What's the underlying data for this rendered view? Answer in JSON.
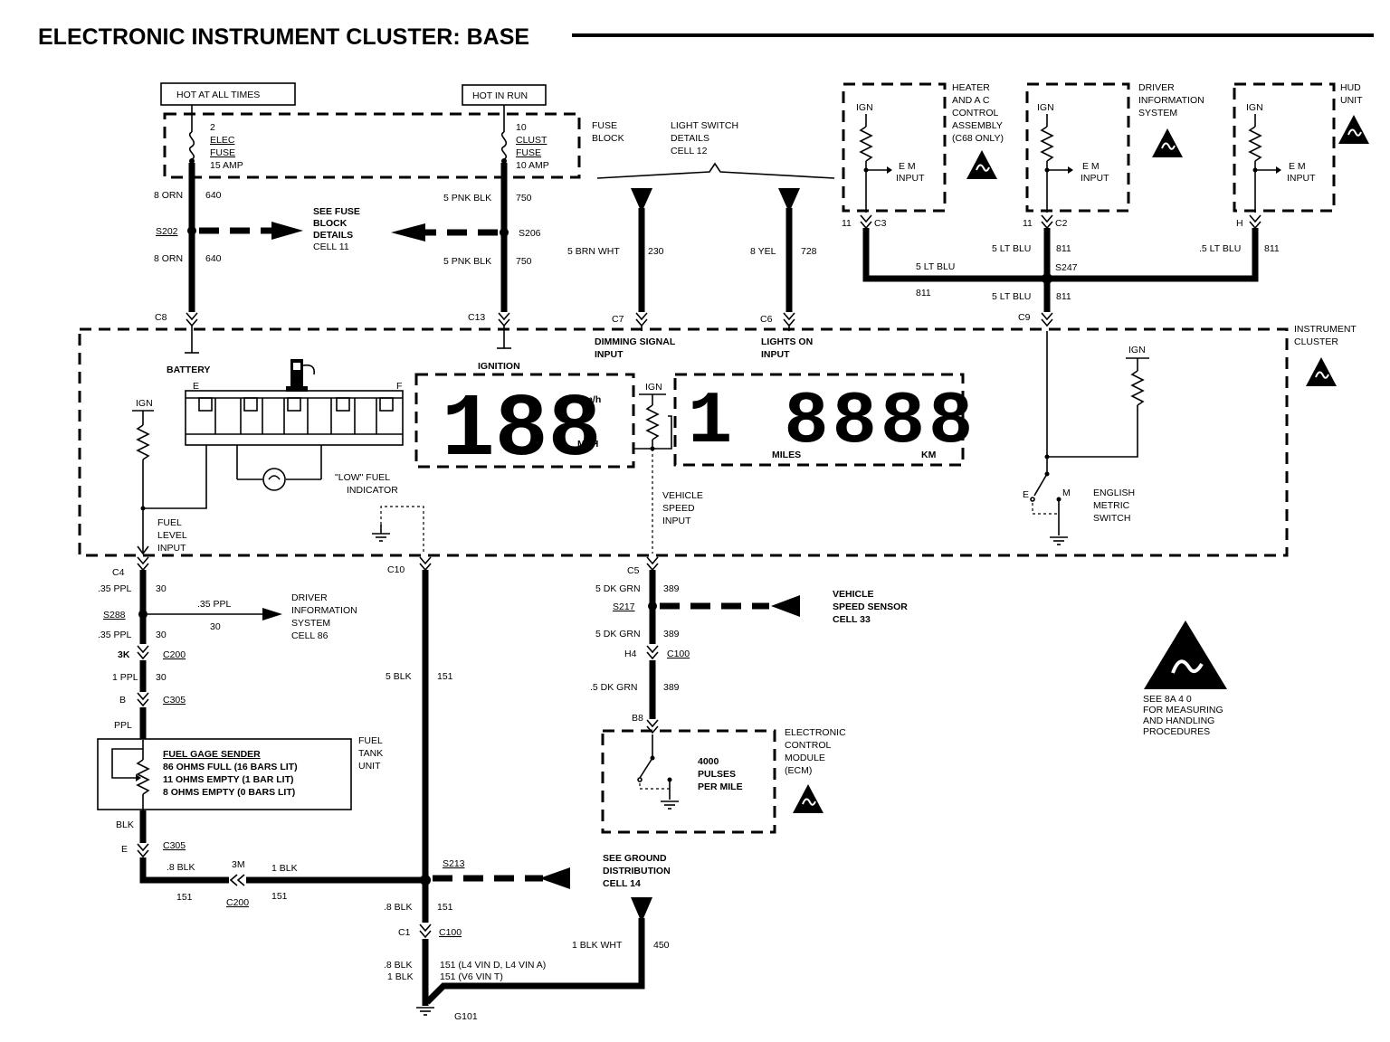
{
  "title": "ELECTRONIC INSTRUMENT CLUSTER: BASE",
  "power": {
    "hot_at_all_times": "HOT AT ALL TIMES",
    "hot_in_run": "HOT IN RUN",
    "fuse_block": [
      "FUSE",
      "BLOCK"
    ],
    "fuse2": [
      "2",
      "ELEC",
      "FUSE",
      "15 AMP"
    ],
    "fuse10": [
      "10",
      "CLUST",
      "FUSE",
      "10 AMP"
    ],
    "see_fuse_block": [
      "SEE FUSE",
      "BLOCK",
      "DETAILS",
      "CELL 11"
    ]
  },
  "wires": {
    "orn_top": [
      "8 ORN",
      "640"
    ],
    "s202": "S202",
    "orn_bot": [
      "8 ORN",
      "640"
    ],
    "pnk_top": [
      "5 PNK BLK",
      "750"
    ],
    "s206": "S206",
    "pnk_bot": [
      "5 PNK BLK",
      "750"
    ],
    "brn": [
      "5 BRN WHT",
      "230"
    ],
    "yel": [
      "8 YEL",
      "728"
    ],
    "light_switch": [
      "LIGHT SWITCH",
      "DETAILS",
      "CELL 12"
    ],
    "c8": "C8",
    "c13": "C13",
    "c7": "C7",
    "c6": "C6",
    "c9": "C9",
    "battery": "BATTERY",
    "ignition": "IGNITION",
    "dimming": [
      "DIMMING SIGNAL",
      "INPUT"
    ],
    "lights_on": [
      "LIGHTS ON",
      "INPUT"
    ]
  },
  "em_modules": [
    {
      "ign": "IGN",
      "label": [
        "E M",
        "INPUT"
      ],
      "pin": "11",
      "conn": "C3",
      "title": [
        "HEATER",
        "AND A C",
        "CONTROL",
        "ASSEMBLY",
        "(C68 ONLY)"
      ]
    },
    {
      "ign": "IGN",
      "label": [
        "E M",
        "INPUT"
      ],
      "pin": "11",
      "conn": "C2",
      "title": [
        "DRIVER",
        "INFORMATION",
        "SYSTEM"
      ]
    },
    {
      "ign": "IGN",
      "label": [
        "E M",
        "INPUT"
      ],
      "pin": "H",
      "conn": "",
      "title": [
        "HUD",
        "UNIT"
      ]
    }
  ],
  "blu": {
    "lt_blu_c2": [
      "5 LT BLU",
      "811"
    ],
    "lt_blu_hud": [
      ".5 LT BLU",
      "811"
    ],
    "lt_blu_left": [
      "5 LT BLU",
      "811"
    ],
    "s247": "S247",
    "lt_blu_bot": [
      "5 LT BLU",
      "811"
    ]
  },
  "cluster": {
    "title": [
      "INSTRUMENT",
      "CLUSTER"
    ],
    "ign": "IGN",
    "fuel_level": [
      "FUEL",
      "LEVEL",
      "INPUT"
    ],
    "gauge_e": "E",
    "gauge_f": "F",
    "low_fuel": [
      "\"LOW\" FUEL",
      "INDICATOR"
    ],
    "speed_digits": "188",
    "kmh": "Km/h",
    "mph": "MPH",
    "odo_digits": "1 8888",
    "miles": "MILES",
    "km": "KM",
    "vss_input": [
      "VEHICLE",
      "SPEED",
      "INPUT"
    ],
    "english_metric": [
      "ENGLISH",
      "METRIC",
      "SWITCH"
    ],
    "e": "E",
    "m": "M",
    "c4": "C4",
    "c10": "C10",
    "c5": "C5"
  },
  "fuel_circuit": {
    "ppl_top": [
      ".35 PPL",
      "30"
    ],
    "s288": "S288",
    "ppl_branch": [
      ".35 PPL",
      "30"
    ],
    "dis": [
      "DRIVER",
      "INFORMATION",
      "SYSTEM",
      "CELL 86"
    ],
    "ppl_mid": [
      ".35 PPL",
      "30"
    ],
    "c200_pin": "3K",
    "c200": "C200",
    "ppl_1": [
      "1 PPL",
      "30"
    ],
    "c305_pin": "B",
    "c305": "C305",
    "ppl": "PPL",
    "sender_title": "FUEL GAGE SENDER",
    "sender_lines": [
      "86 OHMS FULL (16 BARS LIT)",
      "11 OHMS EMPTY (1 BAR LIT)",
      "8 OHMS EMPTY (0 BARS LIT)"
    ],
    "tank_unit": [
      "FUEL",
      "TANK",
      "UNIT"
    ],
    "blk": "BLK",
    "c305b_pin": "E",
    "c305b": "C305",
    "blk_8": [
      ".8 BLK",
      "151"
    ],
    "c200b_pin": "3M",
    "c200b": "C200",
    "blk_1": [
      "1 BLK",
      "151"
    ]
  },
  "ground": {
    "blk_5": [
      "5 BLK",
      "151"
    ],
    "s213": "S213",
    "see_ground": [
      "SEE GROUND",
      "DISTRIBUTION",
      "CELL 14"
    ],
    "blk_8": [
      ".8 BLK",
      "151"
    ],
    "c1": "C1",
    "c100": "C100",
    "blk_lines": [
      ".8 BLK",
      "1 BLK"
    ],
    "desc_lines": [
      "151 (L4 VIN D, L4 VIN A)",
      "151 (V6 VIN T)"
    ],
    "g101": "G101",
    "blk_wht": [
      "1 BLK WHT",
      "450"
    ]
  },
  "vss": {
    "grn_top": [
      "5 DK GRN",
      "389"
    ],
    "s217": "S217",
    "sensor": [
      "VEHICLE",
      "SPEED SENSOR",
      "CELL 33"
    ],
    "grn_mid": [
      "5 DK GRN",
      "389"
    ],
    "h4": "H4",
    "c100": "C100",
    "grn_bot": [
      ".5 DK GRN",
      "389"
    ],
    "b8": "B8",
    "ecm": [
      "ELECTRONIC",
      "CONTROL",
      "MODULE",
      "(ECM)"
    ],
    "pulses": [
      "4000",
      "PULSES",
      "PER MILE"
    ]
  },
  "esd_note": [
    "SEE 8A 4 0",
    "FOR MEASURING",
    "AND HANDLING",
    "PROCEDURES"
  ],
  "icons": [
    "fuse-icon",
    "resistor-icon",
    "ground-icon",
    "esd-warning-icon",
    "lamp-icon",
    "fuel-pump-icon"
  ]
}
